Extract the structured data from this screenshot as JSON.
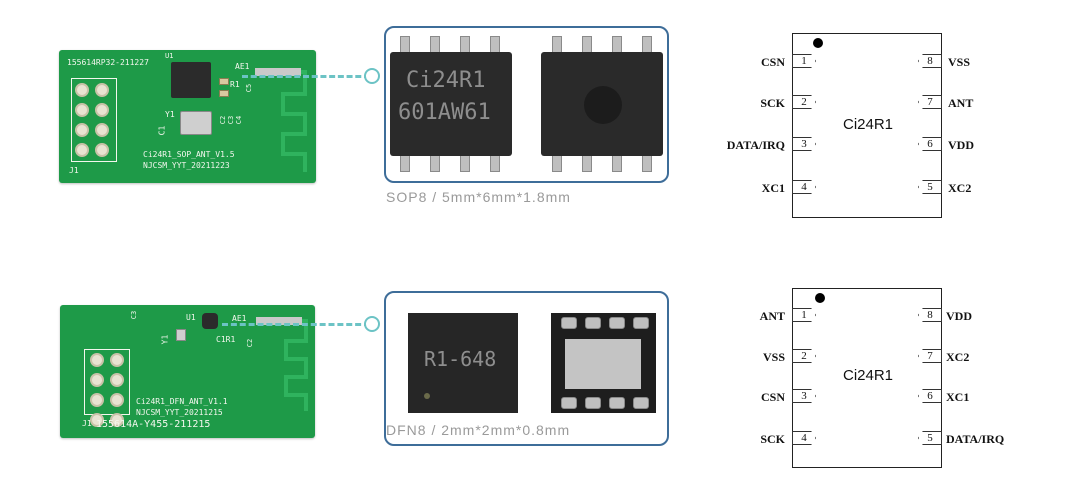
{
  "top": {
    "pcb": {
      "id_text": "155614RP32-211227",
      "ref_u1": "U1",
      "ref_ae1": "AE1",
      "ref_r1": "R1",
      "ref_y1": "Y1",
      "ref_c1": "C1",
      "ref_c2": "C2",
      "ref_c3": "C3",
      "ref_c4": "C4",
      "ref_c5": "C5",
      "ref_j1": "J1",
      "line1": "Ci24R1_SOP_ANT_V1.5",
      "line2": "NJCSM_YYT_20211223"
    },
    "package": {
      "marking1": "Ci24R1",
      "marking2": "601AW61",
      "caption": "SOP8 / 5mm*6mm*1.8mm"
    },
    "schematic": {
      "chip": "Ci24R1",
      "left_pins": [
        {
          "name": "CSN",
          "num": "1"
        },
        {
          "name": "SCK",
          "num": "2"
        },
        {
          "name": "DATA/IRQ",
          "num": "3"
        },
        {
          "name": "XC1",
          "num": "4"
        }
      ],
      "right_pins": [
        {
          "name": "VSS",
          "num": "8"
        },
        {
          "name": "ANT",
          "num": "7"
        },
        {
          "name": "VDD",
          "num": "6"
        },
        {
          "name": "XC2",
          "num": "5"
        }
      ]
    }
  },
  "bottom": {
    "pcb": {
      "ref_c3": "C3",
      "ref_u1": "U1",
      "ref_ae1": "AE1",
      "ref_y1": "Y1",
      "ref_c1r1": "C1R1",
      "ref_c2": "C2",
      "ref_j1": "J1",
      "line1": "Ci24R1_DFN_ANT_V1.1",
      "line2": "NJCSM_YYT_20211215",
      "id_text": "155614A-Y455-211215"
    },
    "package": {
      "marking": "R1-648",
      "caption": "DFN8 / 2mm*2mm*0.8mm"
    },
    "schematic": {
      "chip": "Ci24R1",
      "left_pins": [
        {
          "name": "ANT",
          "num": "1"
        },
        {
          "name": "VSS",
          "num": "2"
        },
        {
          "name": "CSN",
          "num": "3"
        },
        {
          "name": "SCK",
          "num": "4"
        }
      ],
      "right_pins": [
        {
          "name": "VDD",
          "num": "8"
        },
        {
          "name": "XC2",
          "num": "7"
        },
        {
          "name": "XC1",
          "num": "6"
        },
        {
          "name": "DATA/IRQ",
          "num": "5"
        }
      ]
    }
  }
}
